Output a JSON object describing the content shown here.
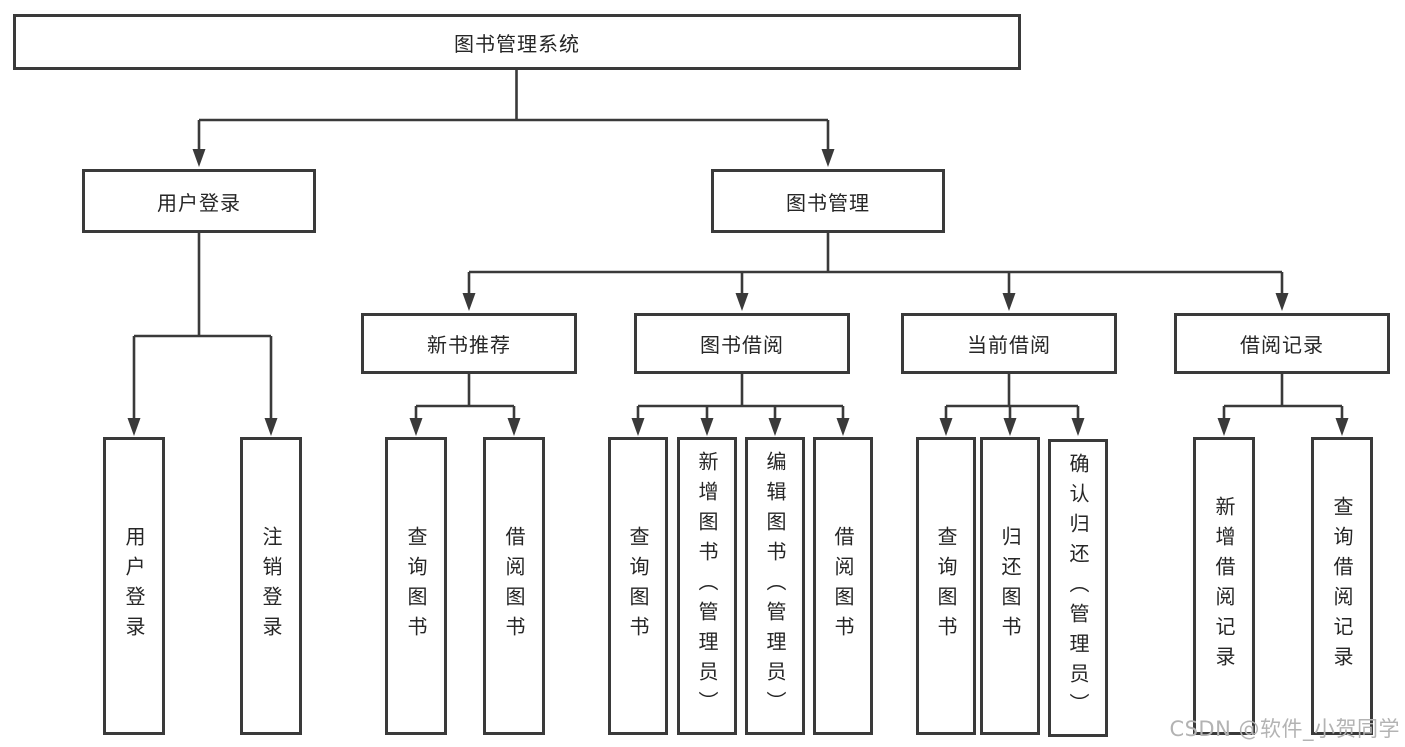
{
  "diagram": {
    "root": {
      "label": "图书管理系统"
    },
    "user_login": {
      "label": "用户登录",
      "children": [
        {
          "label": "用户登录"
        },
        {
          "label": "注销登录"
        }
      ]
    },
    "book_management": {
      "label": "图书管理",
      "children": [
        {
          "label": "新书推荐",
          "children": [
            {
              "label": "查询图书"
            },
            {
              "label": "借阅图书"
            }
          ]
        },
        {
          "label": "图书借阅",
          "children": [
            {
              "label": "查询图书"
            },
            {
              "label": "新增图书（管理员）"
            },
            {
              "label": "编辑图书（管理员）"
            },
            {
              "label": "借阅图书"
            }
          ]
        },
        {
          "label": "当前借阅",
          "children": [
            {
              "label": "查询图书"
            },
            {
              "label": "归还图书"
            },
            {
              "label": "确认归还（管理员）"
            }
          ]
        },
        {
          "label": "借阅记录",
          "children": [
            {
              "label": "新增借阅记录"
            },
            {
              "label": "查询借阅记录"
            }
          ]
        }
      ]
    }
  },
  "watermark": {
    "text": "CSDN @软件_小贺同学"
  },
  "colors": {
    "line": "#3a3a3a",
    "box_border": "#3a3a3a",
    "box_fill": "#ffffff",
    "text": "#262626",
    "watermark": "#b3b3b3",
    "background": "#ffffff"
  }
}
